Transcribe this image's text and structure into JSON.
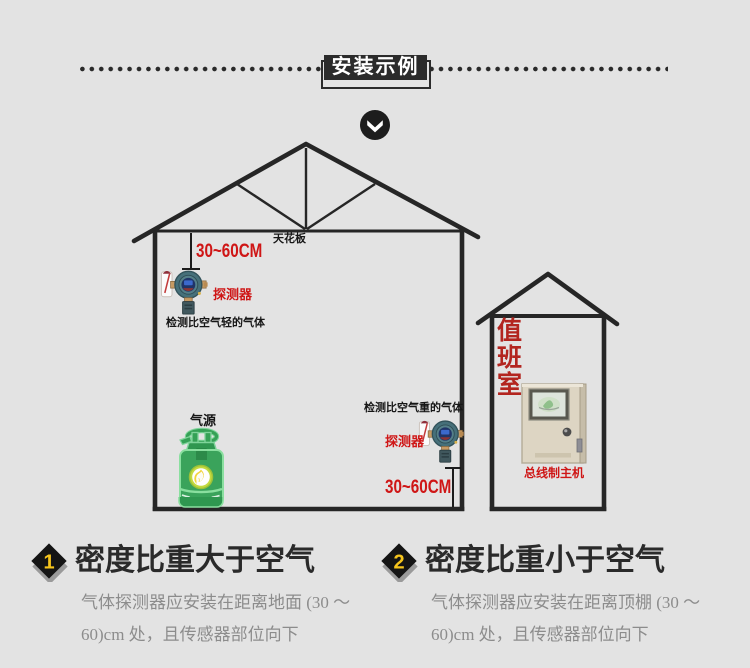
{
  "header": {
    "badge_label": "安装示例"
  },
  "diagram": {
    "big_house": {
      "ceiling_label": "天花板",
      "top_distance": "30~60CM",
      "detector_label_left": "探测器",
      "light_gas_note": "检测比空气轻的气体",
      "gas_source_label": "气源",
      "heavy_gas_note": "检测比空气重的气体",
      "detector_label_right": "探测器",
      "bottom_distance": "30~60CM"
    },
    "duty_room": {
      "name": "值班室",
      "host_label": "总线制主机"
    }
  },
  "notes": [
    {
      "number": "1",
      "title": "密度比重大于空气",
      "line1": "气体探测器应安装在距离地面 (30 ～",
      "line2": "60)cm 处，且传感器部位向下"
    },
    {
      "number": "2",
      "title": "密度比重小于空气",
      "line1": "气体探测器应安装在距离顶棚 (30 ～",
      "line2": "60)cm 处，且传感器部位向下"
    }
  ],
  "colors": {
    "background": "#e3e3e3",
    "line": "#262626",
    "accent_red": "#cf1616",
    "number_yellow": "#f5c41c",
    "note_text": "#8c8c8c"
  }
}
